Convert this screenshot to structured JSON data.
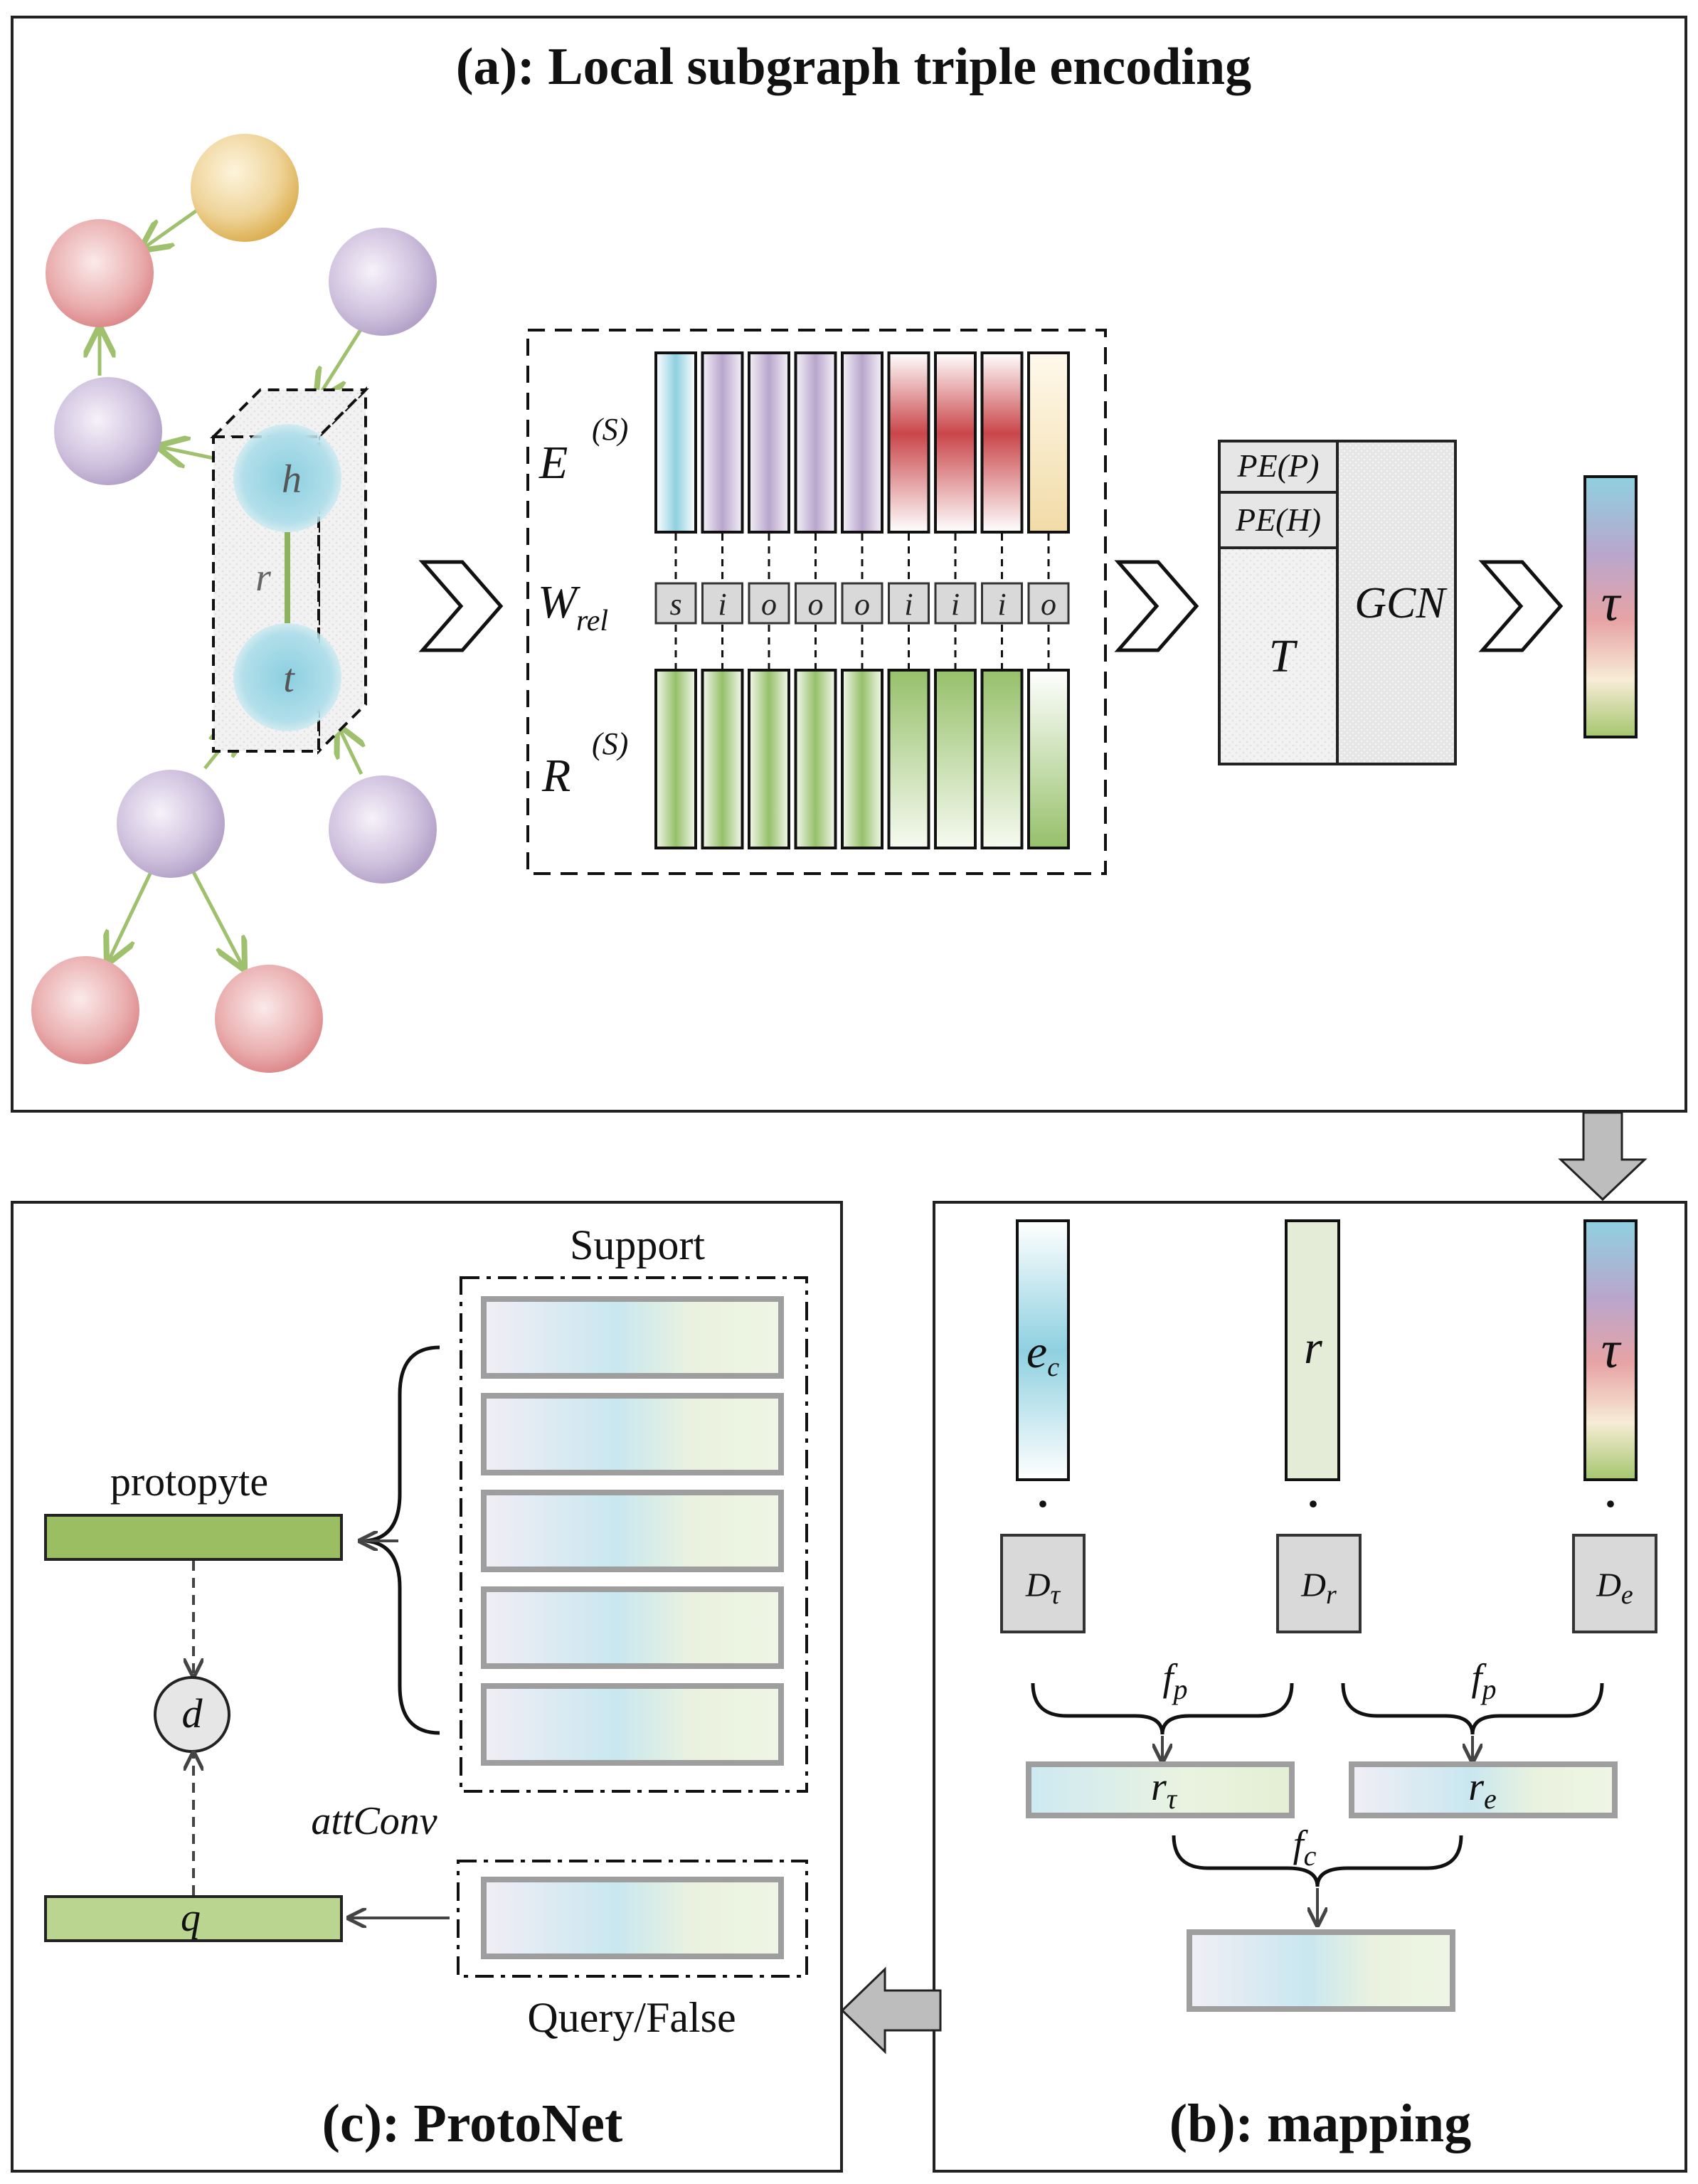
{
  "panel_a": {
    "title": "(a): Local subgraph triple encoding",
    "triple": {
      "head": "h",
      "relation": "r",
      "tail": "t"
    },
    "matrix": {
      "entity_label": "E",
      "entity_sup": "(S)",
      "weight_label": "W",
      "weight_sub": "rel",
      "relation_label": "R",
      "relation_sup": "(S)",
      "w_cells": [
        "s",
        "i",
        "o",
        "o",
        "o",
        "i",
        "i",
        "i",
        "o"
      ]
    },
    "encoder": {
      "pe_p": "PE(P)",
      "pe_h": "PE(H)",
      "transformer": "T",
      "gcn": "GCN"
    },
    "output": "τ"
  },
  "panel_b": {
    "title": "(b): mapping",
    "vectors": [
      {
        "main": "e",
        "sub": "c"
      },
      {
        "main": "r",
        "sub": ""
      },
      {
        "main": "τ",
        "sub": ""
      }
    ],
    "dot": "·",
    "diag": [
      {
        "main": "D",
        "sub": "τ"
      },
      {
        "main": "D",
        "sub": "r"
      },
      {
        "main": "D",
        "sub": "e"
      }
    ],
    "fp_labels": [
      {
        "main": "f",
        "sub": "p"
      },
      {
        "main": "f",
        "sub": "p"
      }
    ],
    "projected": [
      {
        "main": "r",
        "sub": "τ"
      },
      {
        "main": "r",
        "sub": "e"
      }
    ],
    "fc_label": {
      "main": "f",
      "sub": "c"
    }
  },
  "panel_c": {
    "title": "(c): ProtoNet",
    "support_label": "Support",
    "prototype_label": "protopyte",
    "distance": "d",
    "att_label": "attConv",
    "query_vector": "q",
    "query_label": "Query/False"
  },
  "colors": {
    "entity_blue": "#8fd0e0",
    "entity_purple": "#b9a6cc",
    "entity_red": "#c9464a",
    "entity_yellow": "#f1dba6",
    "relation_green": "#96c06a",
    "prototype_green": "#9bbe62",
    "query_green": "#b9d590",
    "arrow_green": "#9fc16e",
    "box_grey": "#d9d9d9",
    "panel_border": "#222222"
  }
}
